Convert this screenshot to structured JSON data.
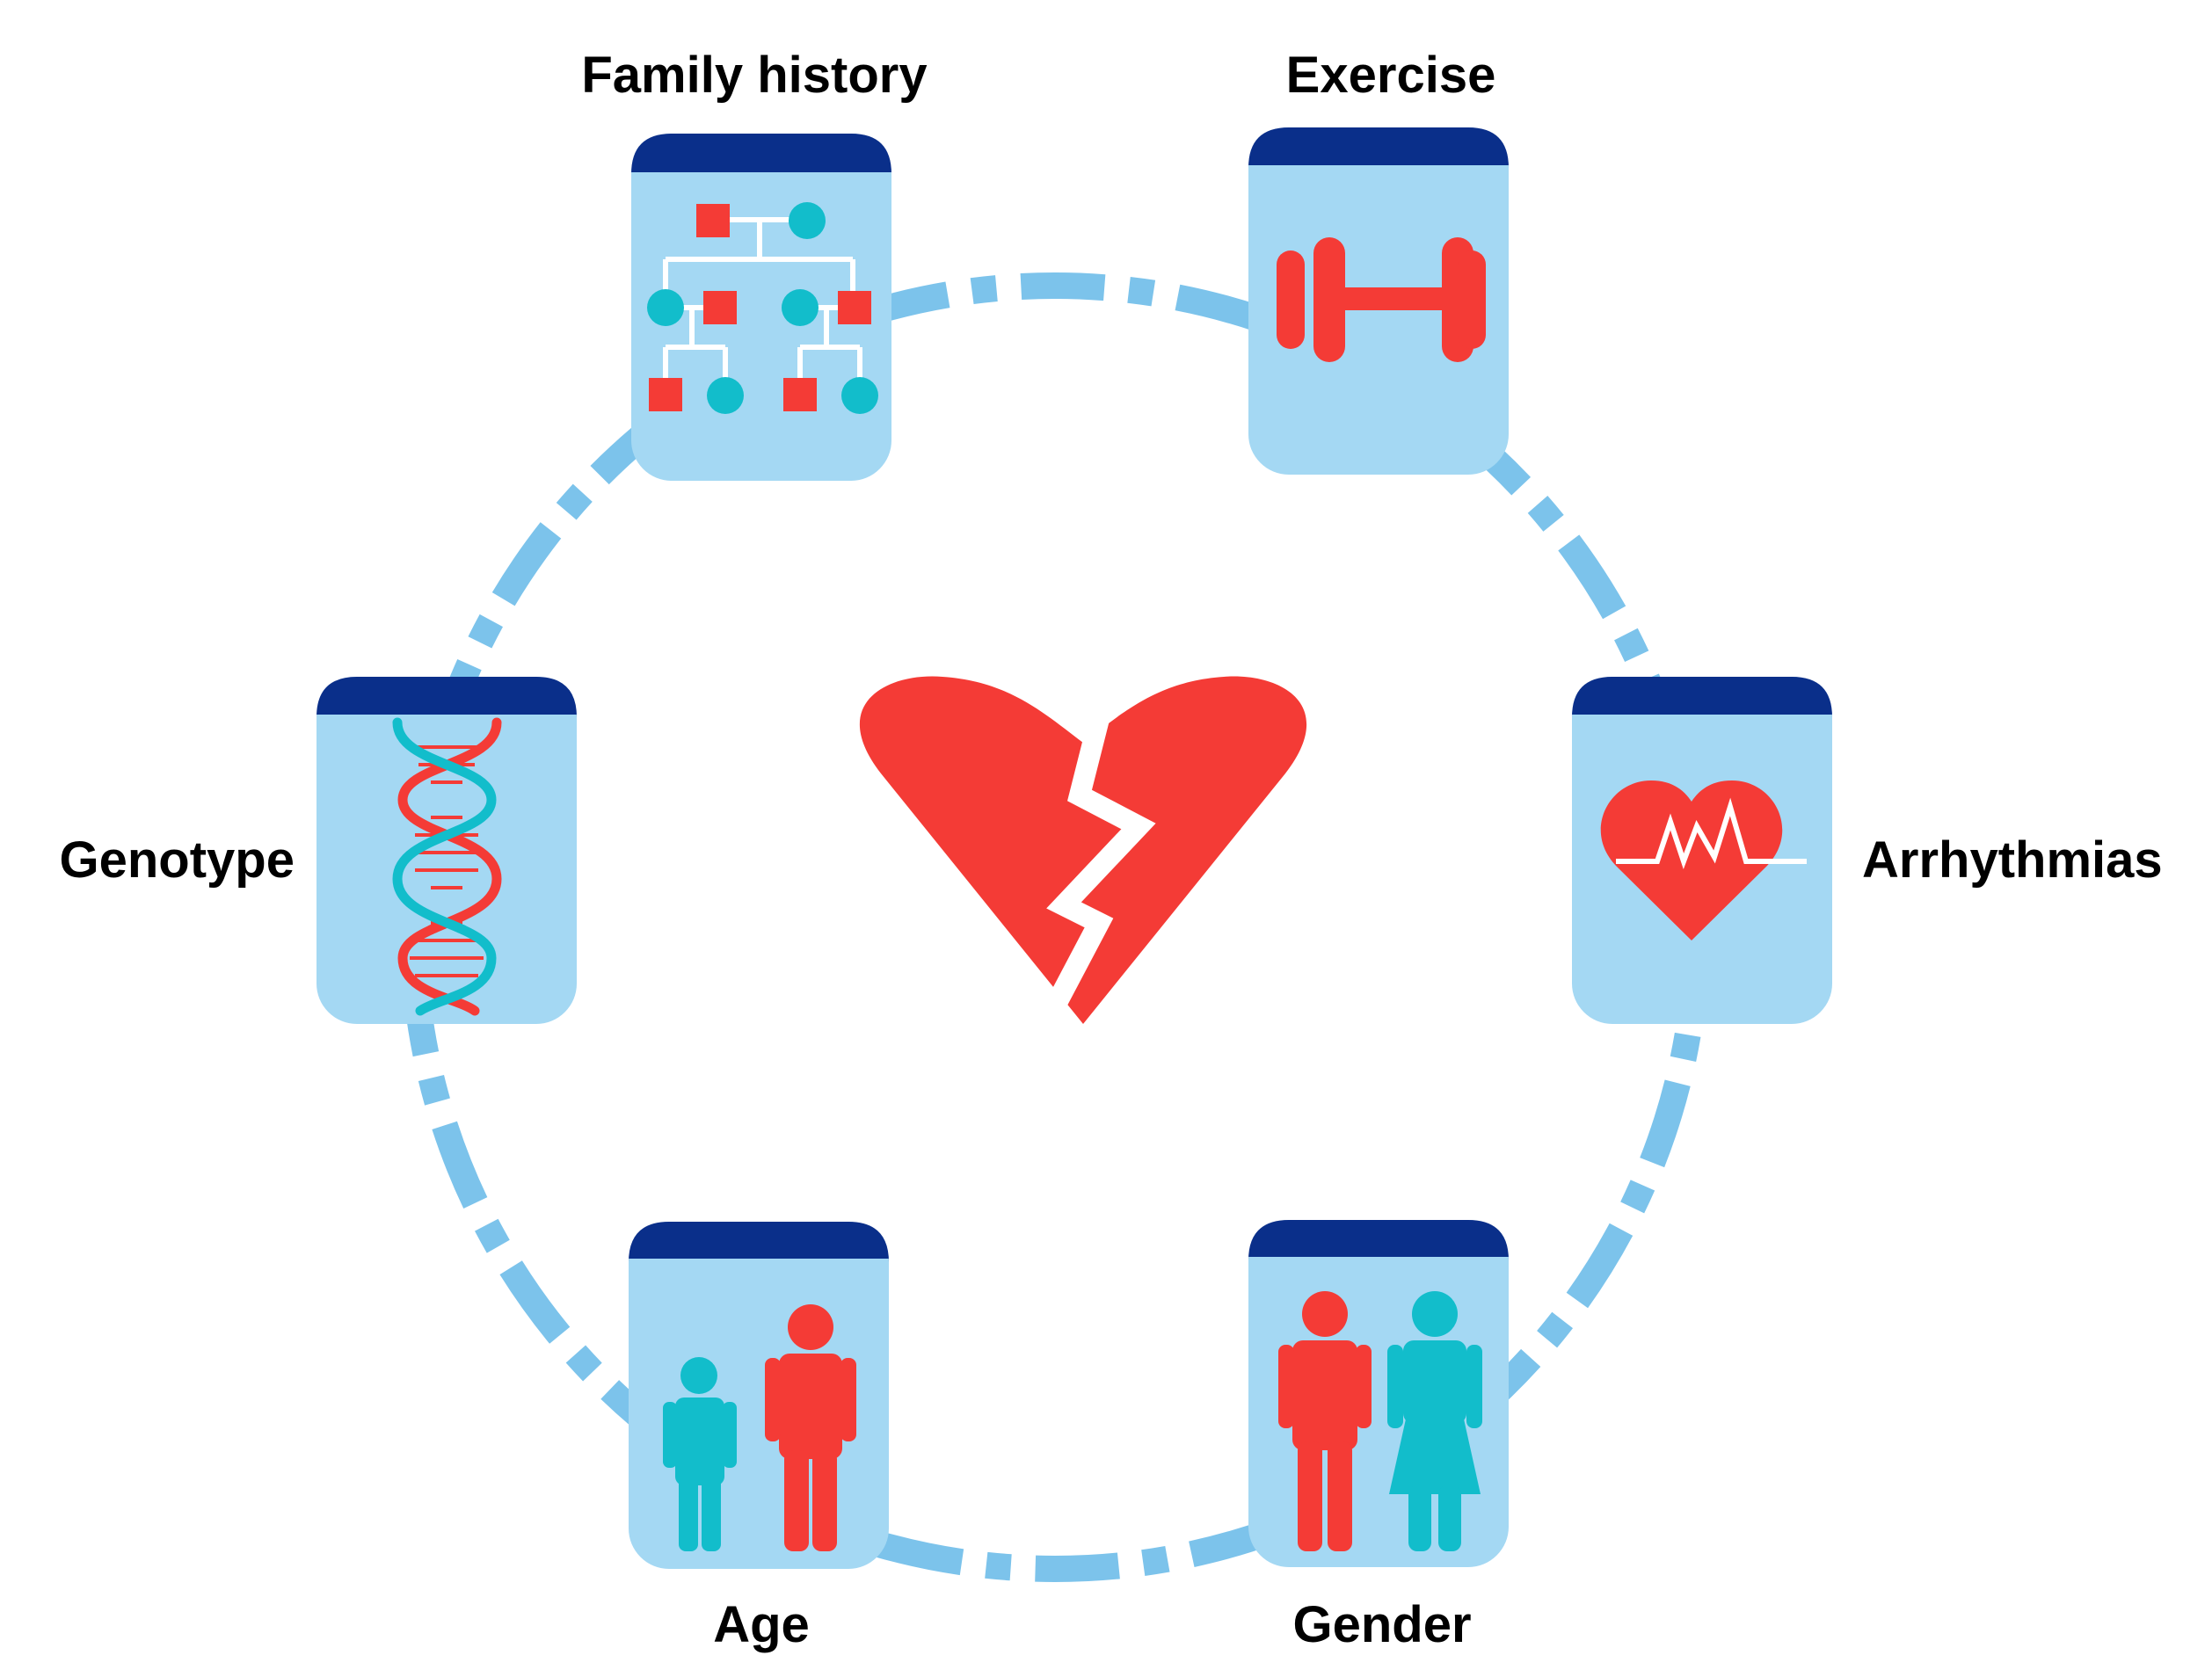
{
  "colors": {
    "card_body": "#A4D8F3",
    "card_header": "#0A2F8A",
    "ring": "#7CC3EB",
    "red": "#F43B36",
    "teal": "#12BDCB",
    "white": "#FFFFFF"
  },
  "center": {
    "icon": "broken-heart-icon"
  },
  "factors": [
    {
      "id": "family-history",
      "label": "Family history",
      "icon": "family-tree-icon"
    },
    {
      "id": "exercise",
      "label": "Exercise",
      "icon": "dumbbell-icon"
    },
    {
      "id": "arrhythmias",
      "label": "Arrhythmias",
      "icon": "heartbeat-icon"
    },
    {
      "id": "gender",
      "label": "Gender",
      "icon": "male-female-icon"
    },
    {
      "id": "age",
      "label": "Age",
      "icon": "child-adult-icon"
    },
    {
      "id": "genotype",
      "label": "Genotype",
      "icon": "dna-icon"
    }
  ]
}
